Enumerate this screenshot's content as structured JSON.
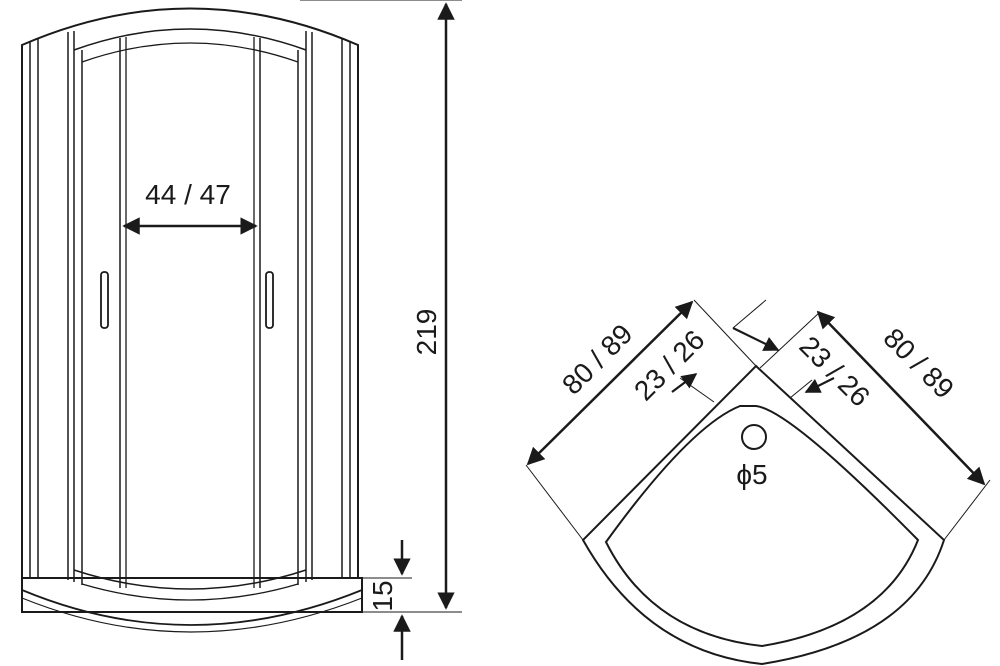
{
  "front_view": {
    "door_width": "44 / 47",
    "height": "219",
    "tray_height": "15"
  },
  "top_view": {
    "side_left": "80 / 89",
    "side_right": "80 / 89",
    "door_left": "23 / 26",
    "door_right": "23 / 26",
    "drain": "ϕ5"
  },
  "colors": {
    "line": "#1a1a1a",
    "background": "#ffffff"
  }
}
